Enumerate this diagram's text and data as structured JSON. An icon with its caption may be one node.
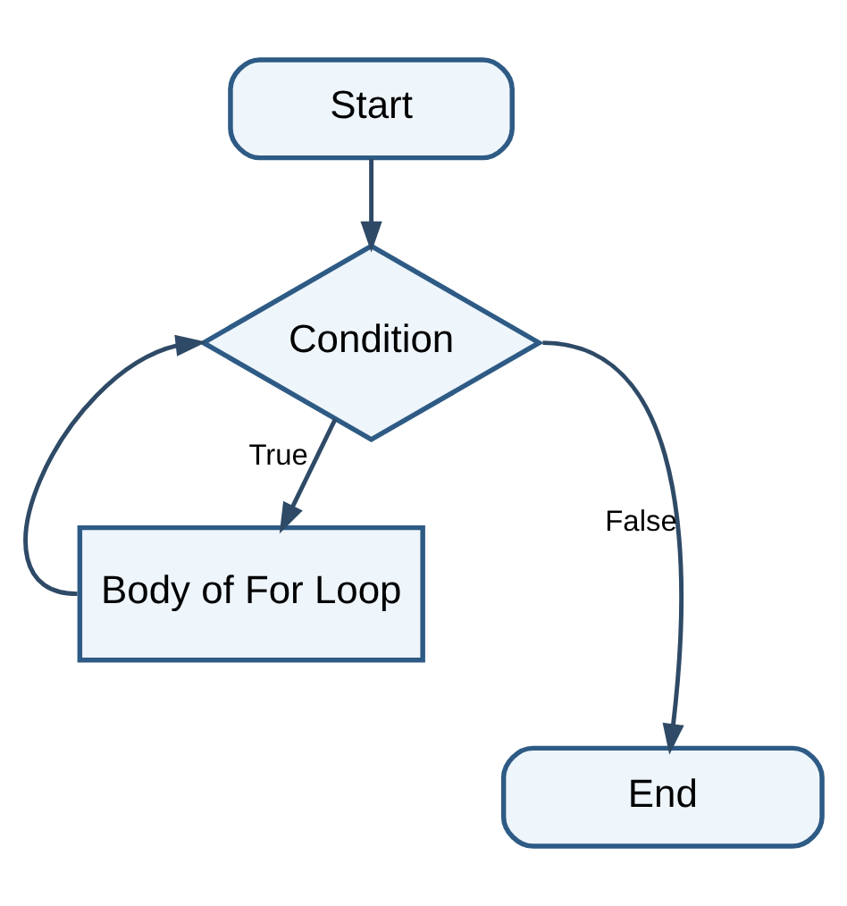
{
  "diagram": {
    "nodes": [
      {
        "text": [
          "Start"
        ]
      },
      {
        "text": [
          "Condition"
        ]
      },
      {
        "text": [
          "Body of For Loop"
        ]
      },
      {
        "text": [
          "End"
        ]
      }
    ],
    "edges": [
      {
        "from": 0,
        "to": 1,
        "arrow": "to"
      },
      {
        "from": 1,
        "to": 2,
        "arrow": "to",
        "label": "True"
      },
      {
        "from": 2,
        "to": 1,
        "arrow": "to"
      },
      {
        "from": 1,
        "to": 3,
        "arrow": "to",
        "label": "False"
      }
    ]
  }
}
